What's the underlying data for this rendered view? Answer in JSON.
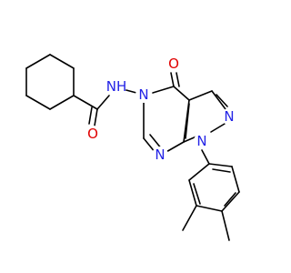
{
  "colors": {
    "bond": "#000000",
    "nitrogen": "#2323e6",
    "oxygen": "#e00000"
  },
  "atoms": {
    "amide_oxygen": "O",
    "amide_nh": "NH",
    "ring_oxygen": "O",
    "n5": "N",
    "n7": "N",
    "n2": "N",
    "n1": "N"
  }
}
